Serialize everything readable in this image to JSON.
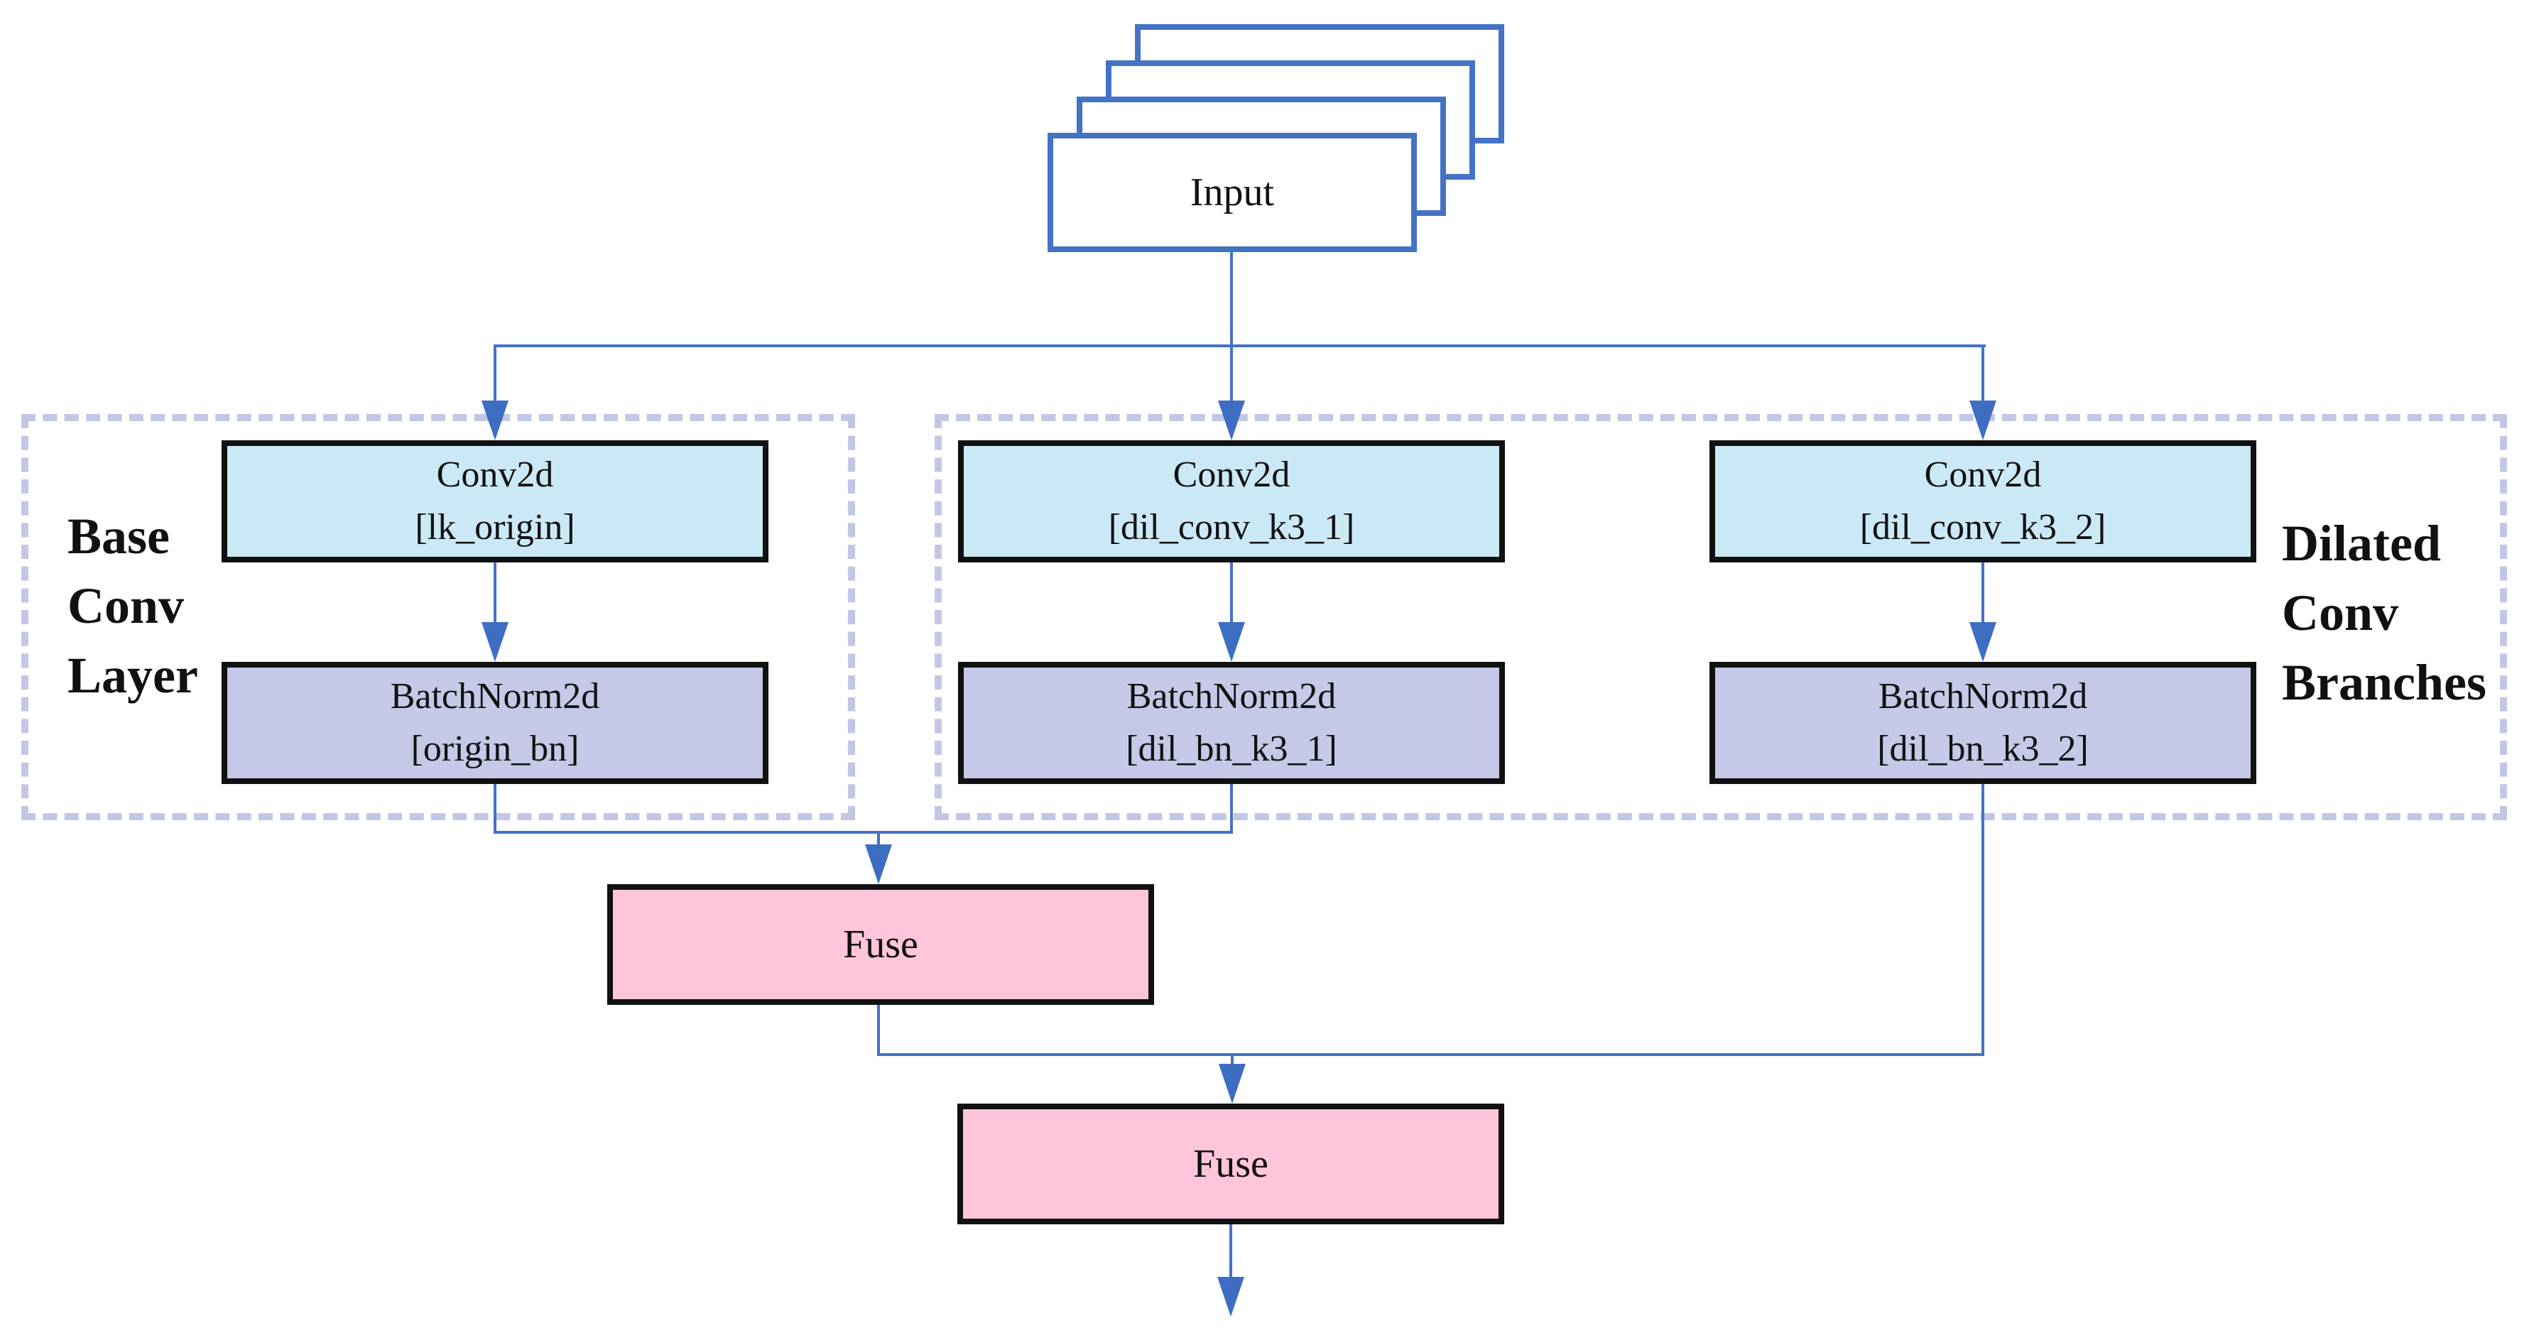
{
  "colors": {
    "line_blue": "#4472C4",
    "arrow_blue": "#3E6EC1",
    "conv_fill": "#CBE8F6",
    "bn_fill": "#C5C8E6",
    "fuse_fill": "#FFC5DB",
    "dash_color": "#C2C7E6",
    "box_border": "#111111",
    "text_color": "#111111",
    "background": "#FFFFFF"
  },
  "input": {
    "label": "Input"
  },
  "groups": {
    "base": {
      "lines": [
        "Base",
        "Conv",
        "Layer"
      ]
    },
    "dilated": {
      "lines": [
        "Dilated",
        "Conv",
        "Branches"
      ]
    }
  },
  "branches": [
    {
      "conv": {
        "title": "Conv2d",
        "param": "[lk_origin]"
      },
      "bn": {
        "title": "BatchNorm2d",
        "param": "[origin_bn]"
      }
    },
    {
      "conv": {
        "title": "Conv2d",
        "param": "[dil_conv_k3_1]"
      },
      "bn": {
        "title": "BatchNorm2d",
        "param": "[dil_bn_k3_1]"
      }
    },
    {
      "conv": {
        "title": "Conv2d",
        "param": "[dil_conv_k3_2]"
      },
      "bn": {
        "title": "BatchNorm2d",
        "param": "[dil_bn_k3_2]"
      }
    }
  ],
  "fuses": [
    {
      "label": "Fuse"
    },
    {
      "label": "Fuse"
    }
  ]
}
